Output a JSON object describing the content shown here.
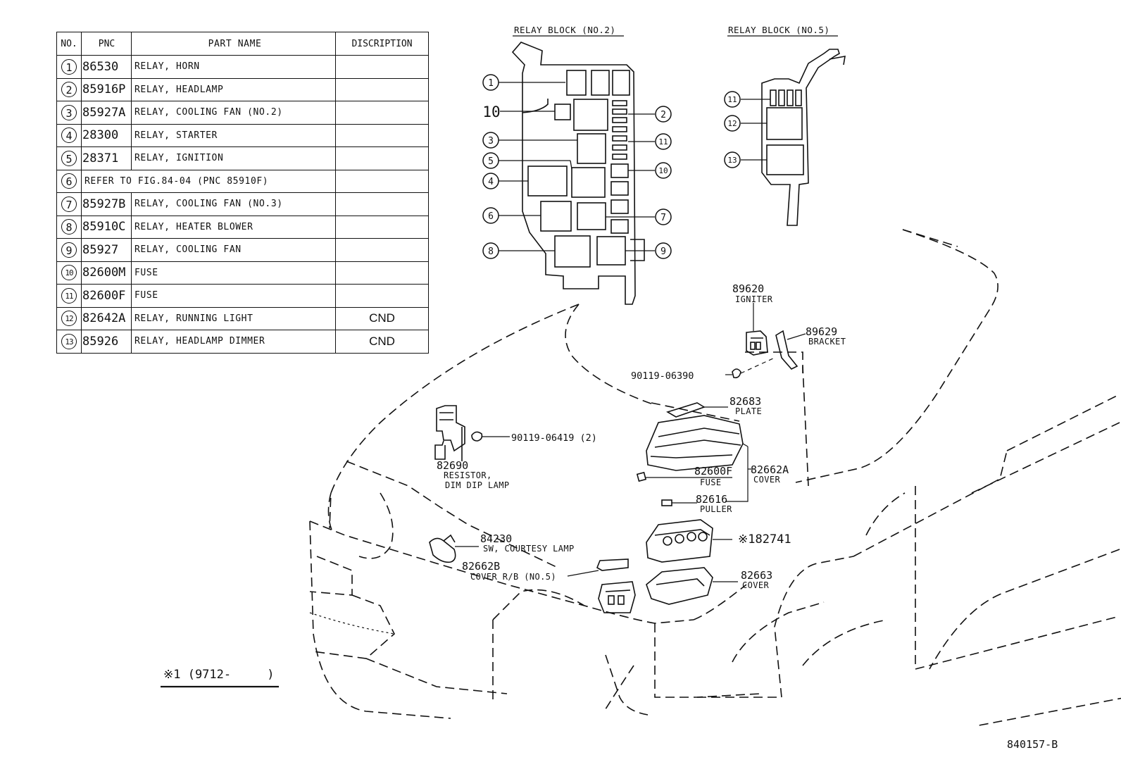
{
  "table": {
    "headers": {
      "no": "NO.",
      "pnc": "PNC",
      "part_name": "PART NAME",
      "description": "DISCRIPTION"
    },
    "rows": [
      {
        "no": "1",
        "pnc": "86530",
        "name": "RELAY, HORN",
        "desc": ""
      },
      {
        "no": "2",
        "pnc": "85916P",
        "name": "RELAY, HEADLAMP",
        "desc": ""
      },
      {
        "no": "3",
        "pnc": "85927A",
        "name": "RELAY, COOLING FAN (NO.2)",
        "desc": ""
      },
      {
        "no": "4",
        "pnc": "28300",
        "name": "RELAY, STARTER",
        "desc": ""
      },
      {
        "no": "5",
        "pnc": "28371",
        "name": "RELAY, IGNITION",
        "desc": ""
      },
      {
        "no": "6",
        "span": "REFER TO FIG.84-04 (PNC 85910F)",
        "desc": ""
      },
      {
        "no": "7",
        "pnc": "85927B",
        "name": "RELAY, COOLING FAN (NO.3)",
        "desc": ""
      },
      {
        "no": "8",
        "pnc": "85910C",
        "name": "RELAY, HEATER BLOWER",
        "desc": ""
      },
      {
        "no": "9",
        "pnc": "85927",
        "name": "RELAY, COOLING FAN",
        "desc": ""
      },
      {
        "no": "10",
        "pnc": "82600M",
        "name": "FUSE",
        "desc": ""
      },
      {
        "no": "11",
        "pnc": "82600F",
        "name": "FUSE",
        "desc": ""
      },
      {
        "no": "12",
        "pnc": "82642A",
        "name": "RELAY, RUNNING LIGHT",
        "desc": "CND"
      },
      {
        "no": "13",
        "pnc": "85926",
        "name": "RELAY, HEADLAMP DIMMER",
        "desc": "CND"
      }
    ]
  },
  "relay_block_2": {
    "title": "RELAY BLOCK (NO.2)",
    "callouts": [
      "1",
      "10",
      "3",
      "5",
      "4",
      "6",
      "8",
      "2",
      "11",
      "10",
      "7",
      "9"
    ]
  },
  "relay_block_5": {
    "title": "RELAY BLOCK (NO.5)",
    "callouts": [
      "11",
      "12",
      "13"
    ]
  },
  "parts": {
    "p89620": {
      "num": "89620",
      "name": "IGNITER"
    },
    "p89629": {
      "num": "89629",
      "name": "BRACKET"
    },
    "p90119_06390": {
      "num": "90119-06390"
    },
    "p82683": {
      "num": "82683",
      "name": "PLATE"
    },
    "p90119_06419": {
      "num": "90119-06419 (2)"
    },
    "p82690": {
      "num": "82690",
      "name1": "RESISTOR,",
      "name2": "DIM DIP LAMP"
    },
    "p82600F": {
      "num": "82600F",
      "name": "FUSE"
    },
    "p82662A": {
      "num": "82662A",
      "name": "COVER"
    },
    "p82616": {
      "num": "82616",
      "name": "PULLER"
    },
    "p82741": {
      "num": "※182741"
    },
    "p84230": {
      "num": "84230",
      "name": "SW, COURTESY LAMP"
    },
    "p82662B": {
      "num": "82662B",
      "name": "COVER R/B (NO.5)"
    },
    "p82663": {
      "num": "82663",
      "name": "COVER"
    }
  },
  "footnote": "※1 (9712-     )",
  "figure_number": "840157-B"
}
